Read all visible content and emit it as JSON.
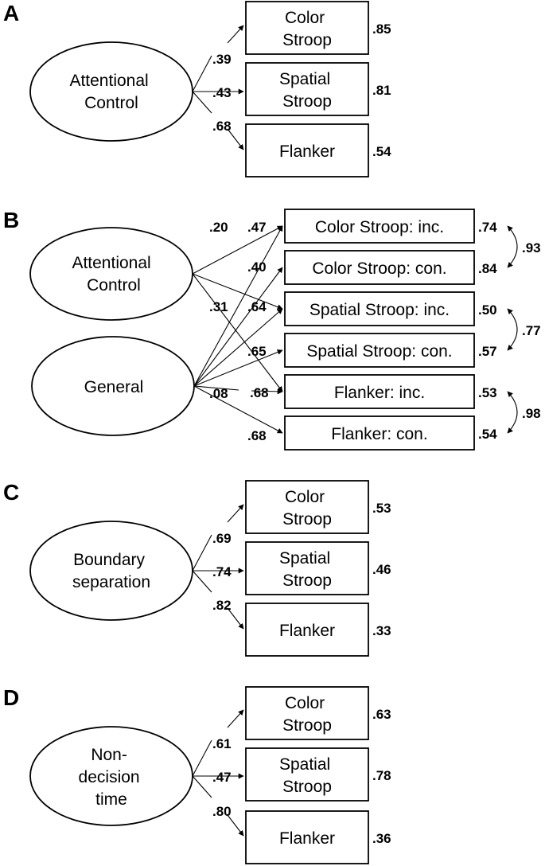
{
  "panels": [
    {
      "letter": "A",
      "latent": [
        "Attentional",
        "Control"
      ],
      "indicators": [
        [
          "Color",
          "Stroop"
        ],
        [
          "Spatial",
          "Stroop"
        ],
        [
          "Flanker"
        ]
      ],
      "loadings": [
        ".39",
        ".43",
        ".68"
      ],
      "residuals": [
        ".85",
        ".81",
        ".54"
      ]
    },
    {
      "letter": "B",
      "latents": [
        [
          "Attentional",
          "Control"
        ],
        [
          "General"
        ]
      ],
      "indicators": [
        "Color Stroop: inc.",
        "Color Stroop: con.",
        "Spatial Stroop: inc.",
        "Spatial Stroop: con.",
        "Flanker: inc.",
        "Flanker: con."
      ],
      "ac_loadings": [
        ".20",
        ".31",
        ".08"
      ],
      "general_loadings": [
        ".47",
        ".40",
        ".64",
        ".65",
        ".68",
        ".68"
      ],
      "residuals": [
        ".74",
        ".84",
        ".50",
        ".57",
        ".53",
        ".54"
      ],
      "correlations": [
        ".93",
        ".77",
        ".98"
      ]
    },
    {
      "letter": "C",
      "latent": [
        "Boundary",
        "separation"
      ],
      "indicators": [
        [
          "Color",
          "Stroop"
        ],
        [
          "Spatial",
          "Stroop"
        ],
        [
          "Flanker"
        ]
      ],
      "loadings": [
        ".69",
        ".74",
        ".82"
      ],
      "residuals": [
        ".53",
        ".46",
        ".33"
      ]
    },
    {
      "letter": "D",
      "latent": [
        "Non-",
        "decision",
        "time"
      ],
      "indicators": [
        [
          "Color",
          "Stroop"
        ],
        [
          "Spatial",
          "Stroop"
        ],
        [
          "Flanker"
        ]
      ],
      "loadings": [
        ".61",
        ".47",
        ".80"
      ],
      "residuals": [
        ".63",
        ".78",
        ".36"
      ]
    }
  ]
}
